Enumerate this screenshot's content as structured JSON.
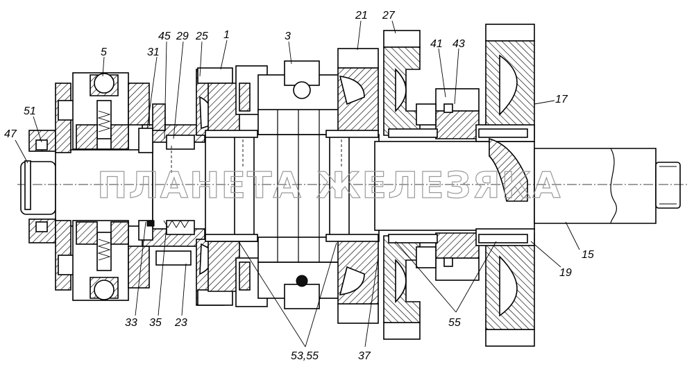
{
  "watermark": "ПЛАНЕТА ЖЕЛЕЗЯКА",
  "callouts": {
    "c1": "1",
    "c3": "3",
    "c5": "5",
    "c15": "15",
    "c17": "17",
    "c19": "19",
    "c21": "21",
    "c23": "23",
    "c25": "25",
    "c27": "27",
    "c29": "29",
    "c31": "31",
    "c33": "33",
    "c35": "35",
    "c37": "37",
    "c41": "41",
    "c43": "43",
    "c45": "45",
    "c47": "47",
    "c51": "51",
    "c53_55": "53,55",
    "c55": "55"
  }
}
